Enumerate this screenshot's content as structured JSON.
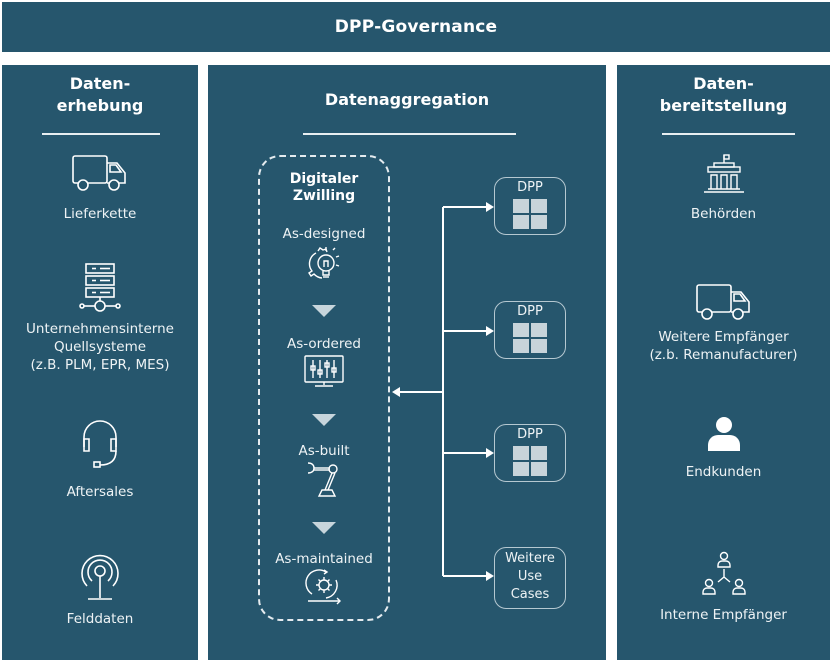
{
  "header": {
    "title": "DPP-Governance"
  },
  "colors": {
    "panel_bg": "#26566d",
    "text": "#ffffff",
    "accent_light": "#c8d4da"
  },
  "left": {
    "title": "Daten-\nerhebung",
    "title_line1": "Daten-",
    "title_line2": "erhebung",
    "items": [
      {
        "label": "Lieferkette",
        "icon": "truck-icon"
      },
      {
        "label": "Unternehmensinterne\nQuellsysteme\n(z.B. PLM, EPR, MES)",
        "icon": "server-network-icon"
      },
      {
        "label": "Aftersales",
        "icon": "headset-icon"
      },
      {
        "label": "Felddaten",
        "icon": "antenna-signal-icon"
      }
    ]
  },
  "middle": {
    "title": "Datenaggregation",
    "twin": {
      "title_line1": "Digitaler",
      "title_line2": "Zwilling",
      "stages": [
        {
          "label": "As-designed",
          "icon": "gear-lightbulb-icon"
        },
        {
          "label": "As-ordered",
          "icon": "monitor-sliders-icon"
        },
        {
          "label": "As-built",
          "icon": "robot-arm-icon"
        },
        {
          "label": "As-maintained",
          "icon": "gear-cycle-icon"
        }
      ]
    },
    "outputs": [
      {
        "label": "DPP",
        "icon": "grid-icon"
      },
      {
        "label": "DPP",
        "icon": "grid-icon"
      },
      {
        "label": "DPP",
        "icon": "grid-icon"
      },
      {
        "label": "Weitere\nUse\nCases"
      }
    ]
  },
  "right": {
    "title_line1": "Daten-",
    "title_line2": "bereitstellung",
    "items": [
      {
        "label": "Behörden",
        "icon": "government-building-icon"
      },
      {
        "label": "Weitere Empfänger\n(z.b. Remanufacturer)",
        "icon": "truck-icon"
      },
      {
        "label": "Endkunden",
        "icon": "person-icon"
      },
      {
        "label": "Interne Empfänger",
        "icon": "org-people-icon"
      }
    ]
  }
}
